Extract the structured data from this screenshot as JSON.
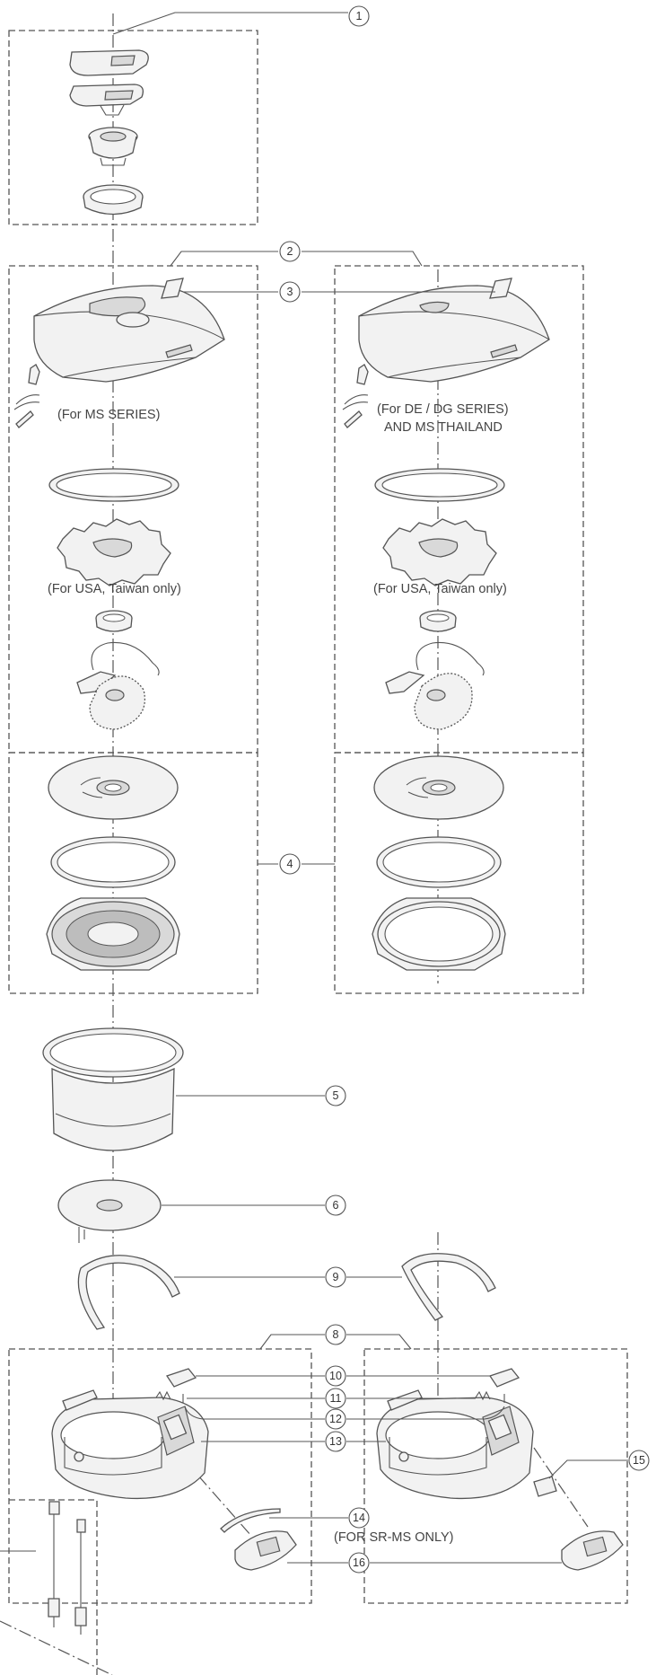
{
  "callouts": [
    "1",
    "2",
    "3",
    "4",
    "5",
    "6",
    "9",
    "8",
    "10",
    "11",
    "12",
    "13",
    "14",
    "15",
    "16"
  ],
  "labels": {
    "ms_series": "(For MS SERIES)",
    "de_dg_line1": "(For DE / DG SERIES)",
    "de_dg_line2": "AND MS THAILAND",
    "usa_taiwan_left": "(For USA, Taiwan only)",
    "usa_taiwan_right": "(For USA, Taiwan only)",
    "sr_ms_only": "(FOR SR-MS ONLY)"
  }
}
